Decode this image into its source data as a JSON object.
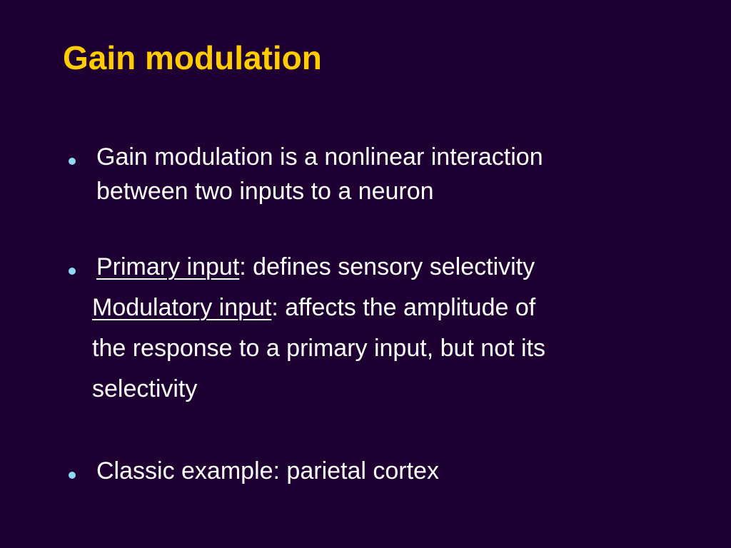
{
  "slide": {
    "title": "Gain modulation",
    "bullet1": {
      "line1": "Gain modulation is a nonlinear interaction",
      "line2": "between two inputs to a neuron"
    },
    "bullet2": {
      "term1": "Primary input",
      "rest1": ":  defines sensory selectivity",
      "term2": "Modulatory input",
      "rest2": ":  affects the amplitude of",
      "line3": "the response to a primary input, but not its",
      "line4": "selectivity"
    },
    "bullet3": {
      "line1": "Classic example: parietal cortex"
    }
  },
  "colors": {
    "background": "#1f0033",
    "title": "#ffcc00",
    "text": "#ffffff",
    "bullet": "#8fd8f0"
  }
}
